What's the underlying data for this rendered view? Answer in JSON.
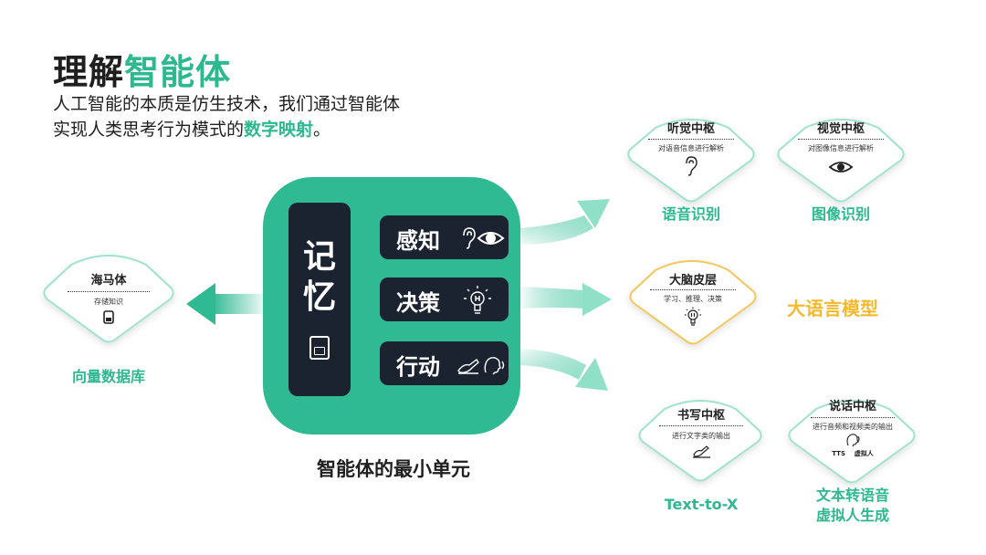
{
  "title": {
    "prefix": "理解",
    "accent": "智能体"
  },
  "subtitle": {
    "line1": "人工智能的本质是仿生技术，我们通过智能体",
    "line2_prefix": "实现人类思考行为模式的",
    "line2_accent": "数字映射",
    "line2_suffix": "。"
  },
  "center": {
    "memory_char1": "记",
    "memory_char2": "忆",
    "memory_icon": "sd-card-icon",
    "perceive": {
      "label": "感知",
      "icons": [
        "ear-icon",
        "eye-icon"
      ]
    },
    "decide": {
      "label": "决策",
      "icons": [
        "lightbulb-icon"
      ]
    },
    "act": {
      "label": "行动",
      "icons": [
        "writing-hand-icon",
        "speaking-head-icon"
      ]
    },
    "caption": "智能体的最小单元"
  },
  "cards": {
    "hippocampus": {
      "title": "海马体",
      "desc": "存储知识",
      "icon": "sd-card-icon",
      "label": "向量数据库"
    },
    "hearing": {
      "title": "听觉中枢",
      "desc": "对语音信息进行解析",
      "icon": "ear-icon",
      "label": "语音识别"
    },
    "vision": {
      "title": "视觉中枢",
      "desc": "对图像信息进行解析",
      "icon": "eye-icon",
      "label": "图像识别"
    },
    "cortex": {
      "title": "大脑皮层",
      "desc": "学习、推理、决策",
      "icon": "lightbulb-icon",
      "label": "大语言模型"
    },
    "writing": {
      "title": "书写中枢",
      "desc": "进行文字类的输出",
      "icon": "writing-hand-icon",
      "label": "Text-to-X"
    },
    "speech": {
      "title": "说话中枢",
      "desc": "进行音频和视频类的输出",
      "icon": "speaking-head-icon",
      "tag1": "TTS",
      "tag2": "虚拟人",
      "label1": "文本转语音",
      "label2": "虚拟人生成"
    }
  },
  "colors": {
    "accent": "#2db890",
    "dark": "#1b2230",
    "orange": "#f5b92e"
  }
}
